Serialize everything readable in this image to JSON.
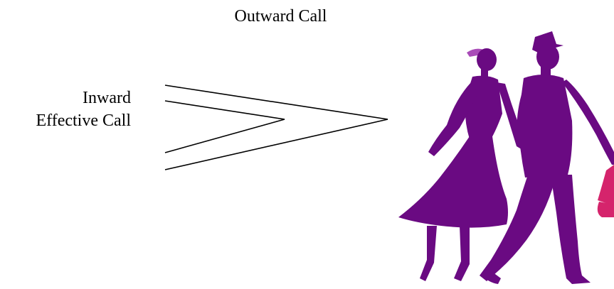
{
  "diagram": {
    "title": "Outward Call",
    "label_lines": [
      "Inward",
      "Effective Call"
    ],
    "colors": {
      "figures": "#6a0a82",
      "accent": "#d5246c",
      "lines": "#000000",
      "background": "#ffffff"
    },
    "illustration": "dancing-couple-silhouette"
  }
}
